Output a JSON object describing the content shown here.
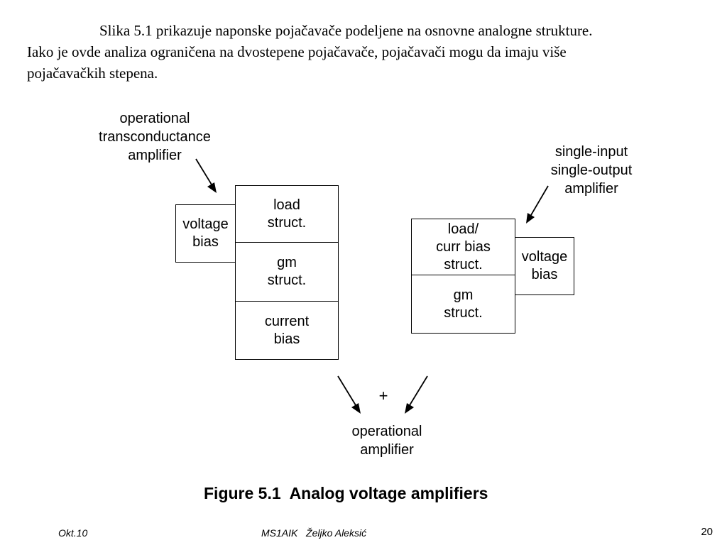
{
  "paragraph": {
    "line1": "Slika 5.1 prikazuje naponske pojačavače podeljene na osnovne analogne strukture.",
    "line2": "Iako je ovde analiza ograničena na dvostepene pojačavače, pojačavači mogu da imaju više",
    "line3": "pojačavačkih stepena."
  },
  "figure": {
    "ota_label": "operational\ntransconductance\namplifier",
    "ota_blocks": {
      "voltage_bias": "voltage\nbias",
      "load_struct": "load\nstruct.",
      "gm_struct": "gm\nstruct.",
      "current_bias": "current\nbias"
    },
    "siso_label": "single-input\nsingle-output\namplifier",
    "siso_blocks": {
      "load_curr_bias": "load/\ncurr bias\nstruct.",
      "gm_struct": "gm\nstruct.",
      "voltage_bias": "voltage\nbias"
    },
    "plus_sign": "+",
    "result_label": "operational\namplifier",
    "caption": "Figure 5.1  Analog voltage amplifiers"
  },
  "footer": {
    "date": "Okt.10",
    "course_author": "MS1AIK   Željko Aleksić",
    "page_number": "20"
  }
}
